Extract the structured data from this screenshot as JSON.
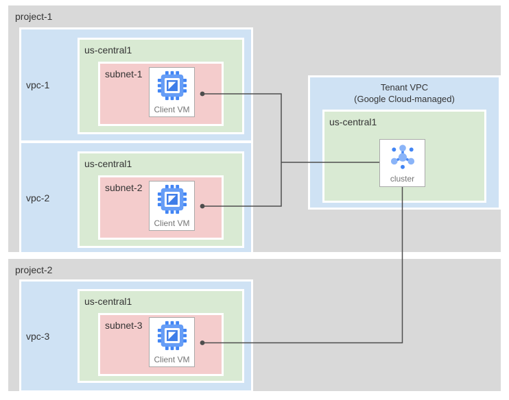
{
  "projects": [
    {
      "label": "project-1",
      "vpcs": [
        {
          "label": "vpc-1",
          "region": "us-central1",
          "subnet": "subnet-1",
          "vm_label": "Client VM"
        },
        {
          "label": "vpc-2",
          "region": "us-central1",
          "subnet": "subnet-2",
          "vm_label": "Client VM"
        }
      ]
    },
    {
      "label": "project-2",
      "vpcs": [
        {
          "label": "vpc-3",
          "region": "us-central1",
          "subnet": "subnet-3",
          "vm_label": "Client VM"
        }
      ]
    }
  ],
  "tenant_vpc": {
    "title_line1": "Tenant VPC",
    "title_line2": "(Google Cloud-managed)",
    "region": "us-central1",
    "cluster_label": "cluster"
  },
  "icons": {
    "vm": "compute-engine-chip-icon",
    "cluster": "memorystore-cluster-icon"
  },
  "colors": {
    "project_bg": "#d9d9d9",
    "vpc_bg": "#cfe2f4",
    "region_bg": "#d9ead3",
    "subnet_bg": "#f4cccc",
    "box_border": "#ffffff",
    "card_border": "#a9a9a9",
    "label_text": "#333333",
    "muted_text": "#757575",
    "connector_line": "#4d4d4d",
    "icon_blue_dark": "#4285f4",
    "icon_blue_mid": "#669df6",
    "icon_blue_light": "#8ab4f8"
  }
}
